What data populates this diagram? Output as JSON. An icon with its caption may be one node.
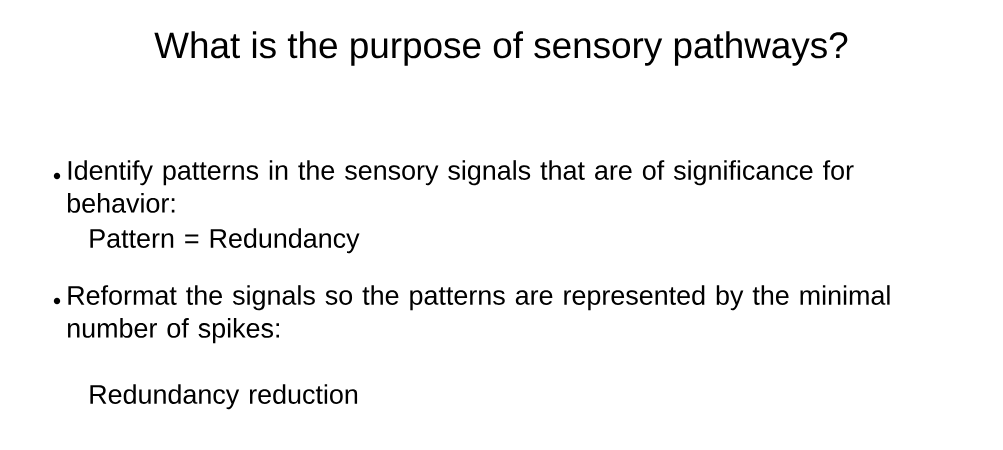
{
  "diagram": {
    "title": "What is the purpose of sensory pathways?",
    "labels": [
      "Identify patterns in the sensory signals that are of significance for behavior:",
      "Pattern = Redundancy",
      "Reformat the signals so the patterns are represented by the minimal number of spikes:",
      "Redundancy reduction"
    ]
  }
}
